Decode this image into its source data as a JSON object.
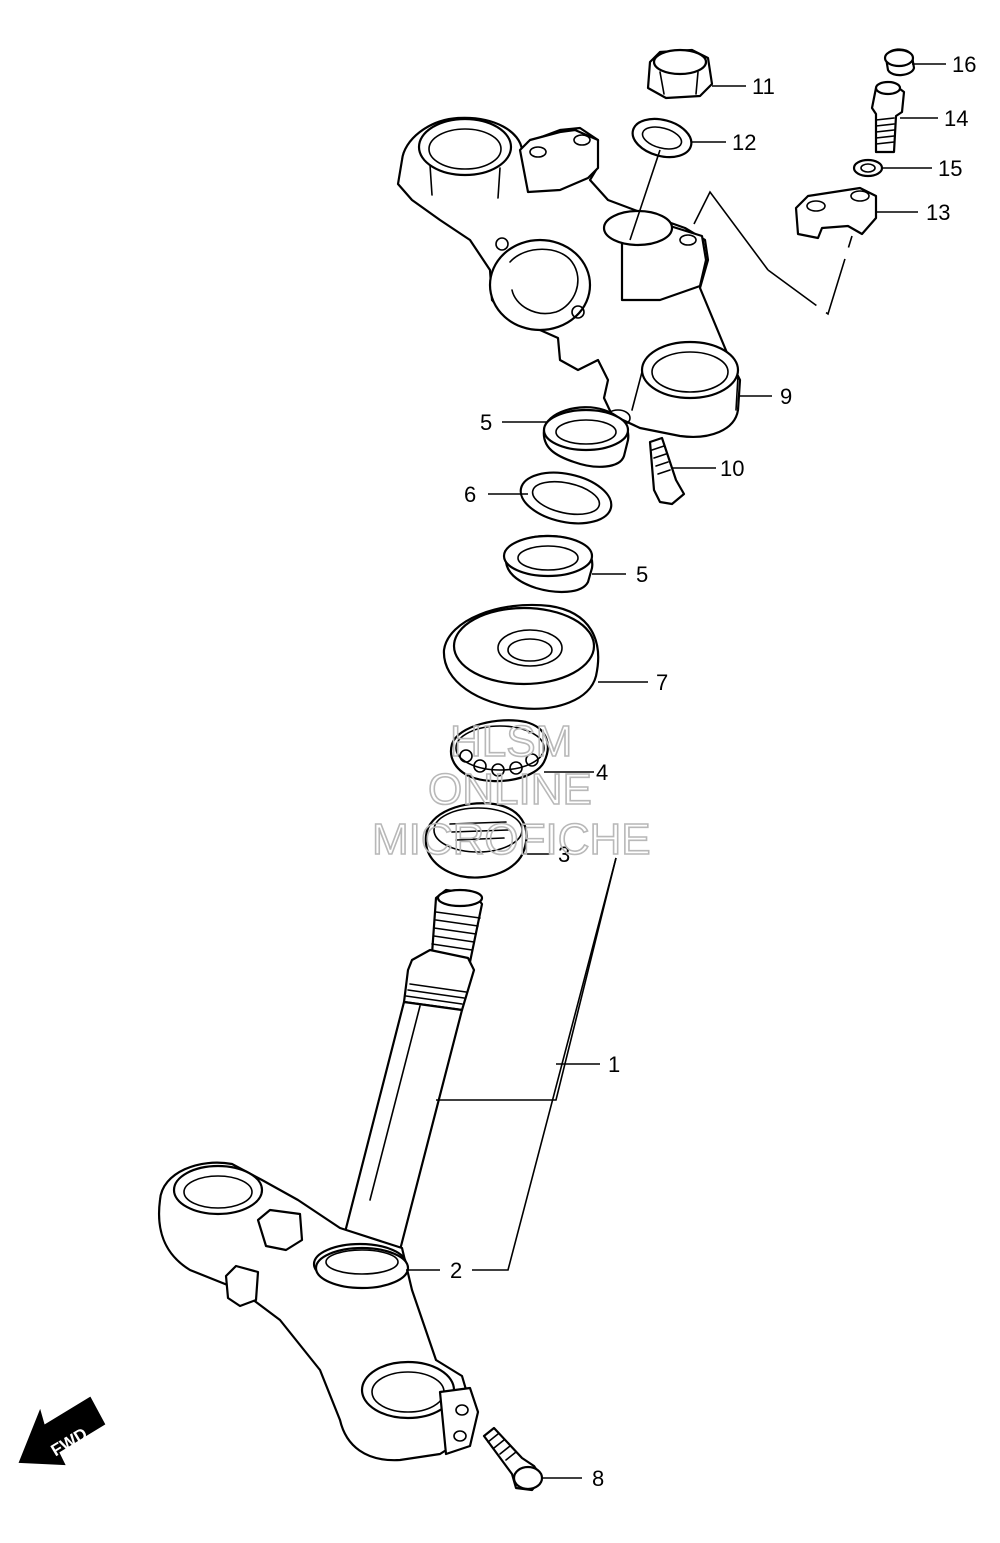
{
  "diagram": {
    "callouts": [
      {
        "id": "callout-1",
        "label": "1"
      },
      {
        "id": "callout-2",
        "label": "2"
      },
      {
        "id": "callout-3",
        "label": "3"
      },
      {
        "id": "callout-4",
        "label": "4"
      },
      {
        "id": "callout-5a",
        "label": "5"
      },
      {
        "id": "callout-5b",
        "label": "5"
      },
      {
        "id": "callout-6",
        "label": "6"
      },
      {
        "id": "callout-7",
        "label": "7"
      },
      {
        "id": "callout-8",
        "label": "8"
      },
      {
        "id": "callout-9",
        "label": "9"
      },
      {
        "id": "callout-10",
        "label": "10"
      },
      {
        "id": "callout-11",
        "label": "11"
      },
      {
        "id": "callout-12",
        "label": "12"
      },
      {
        "id": "callout-13",
        "label": "13"
      },
      {
        "id": "callout-14",
        "label": "14"
      },
      {
        "id": "callout-15",
        "label": "15"
      },
      {
        "id": "callout-16",
        "label": "16"
      }
    ],
    "watermark": {
      "line1": "HLSM",
      "line2": "ONLINE",
      "line3": "MICROFICHE"
    },
    "direction_arrow": {
      "label": "FWD"
    },
    "colors": {
      "line": "#000000",
      "background": "#ffffff",
      "watermark": "#b8b8b8"
    }
  }
}
